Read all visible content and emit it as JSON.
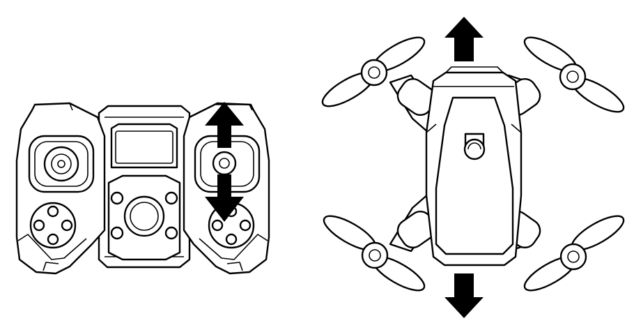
{
  "diagram": {
    "controller": {
      "right_stick_motion": "forward-backward",
      "arrow": "double-vertical-arrow"
    },
    "drone": {
      "motion": "forward-backward",
      "arrows": [
        "up-arrow",
        "down-arrow"
      ]
    },
    "colors": {
      "line": "#000000",
      "fill": "#ffffff"
    }
  }
}
